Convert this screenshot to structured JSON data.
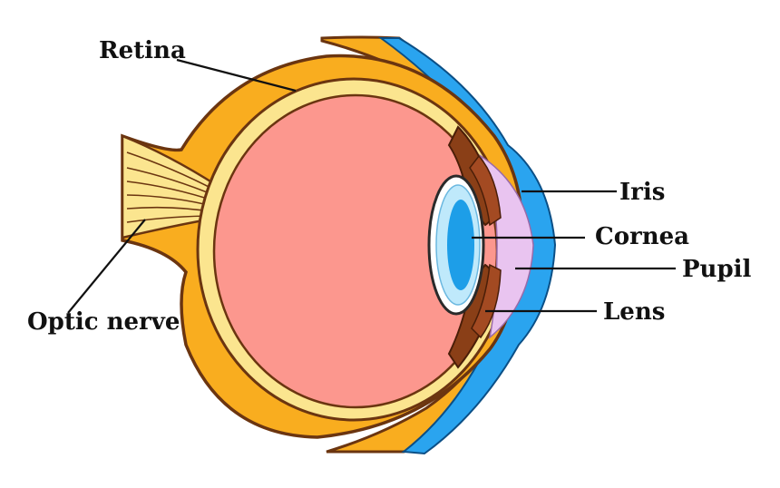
{
  "labels": {
    "retina": "Retina",
    "iris": "Iris",
    "cornea": "Cornea",
    "pupil": "Pupil",
    "lens": "Lens",
    "optic_nerve": "Optic nerve"
  },
  "colors": {
    "vitreous": "#fc978e",
    "retina_band": "#fbe58f",
    "sclera": "#f9ad1f",
    "outline": "#6b3510",
    "choroid": "#8a3f17",
    "iris": "#a34a22",
    "cornea": "#2aa4ef",
    "aqueous": "#e9c4f0",
    "lens_outer": "#bfe9fb",
    "lens_inner": "#1d9ee8",
    "label_text": "#111111"
  }
}
